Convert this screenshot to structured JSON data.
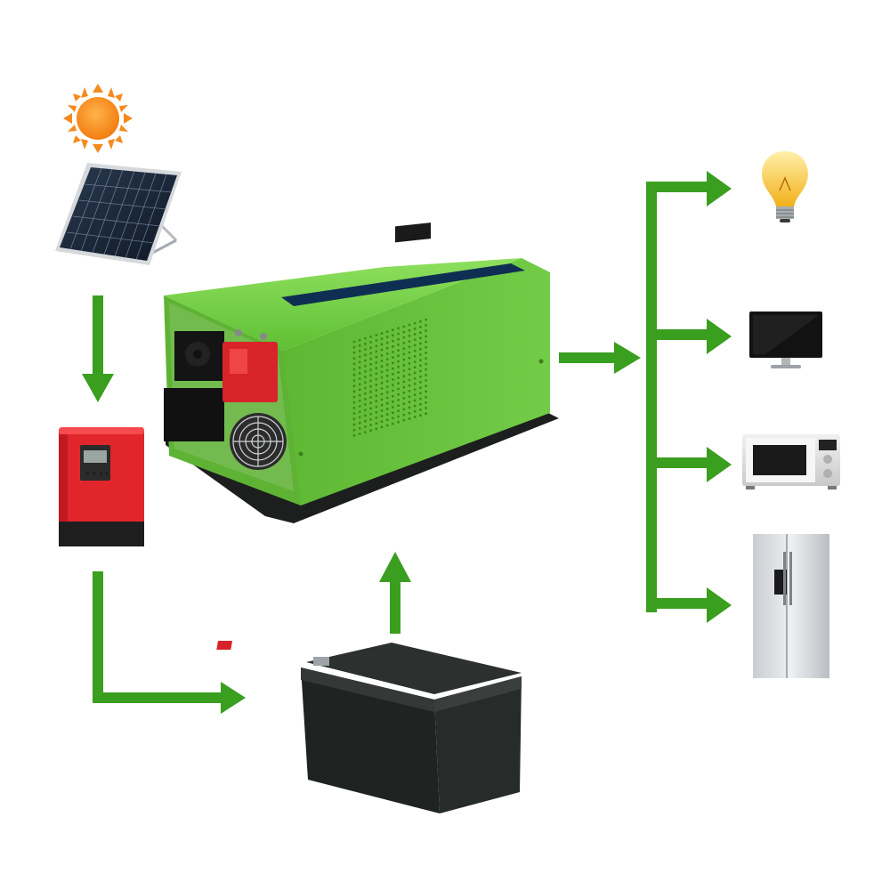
{
  "diagram": {
    "nodes": [
      {
        "id": "sun",
        "icon": "sun-icon"
      },
      {
        "id": "solar-panel",
        "icon": "solar-panel-icon"
      },
      {
        "id": "charge-controller",
        "icon": "charge-controller-icon"
      },
      {
        "id": "inverter",
        "icon": "inverter-icon"
      },
      {
        "id": "battery",
        "icon": "battery-icon"
      },
      {
        "id": "light-bulb",
        "icon": "light-bulb-icon"
      },
      {
        "id": "monitor",
        "icon": "monitor-icon"
      },
      {
        "id": "microwave",
        "icon": "microwave-icon"
      },
      {
        "id": "refrigerator",
        "icon": "refrigerator-icon"
      }
    ],
    "flows": [
      {
        "from": "solar-panel",
        "to": "charge-controller"
      },
      {
        "from": "charge-controller",
        "to": "battery"
      },
      {
        "from": "battery",
        "to": "inverter"
      },
      {
        "from": "inverter",
        "to": "light-bulb"
      },
      {
        "from": "inverter",
        "to": "monitor"
      },
      {
        "from": "inverter",
        "to": "microwave"
      },
      {
        "from": "inverter",
        "to": "refrigerator"
      }
    ]
  },
  "colors": {
    "arrow": "#3a9e1f",
    "sun": "#f58a1f",
    "inverter_body": "#74d14a",
    "controller_red": "#e0252b",
    "battery_body": "#1f2321",
    "terminal_red": "#d8232a"
  }
}
